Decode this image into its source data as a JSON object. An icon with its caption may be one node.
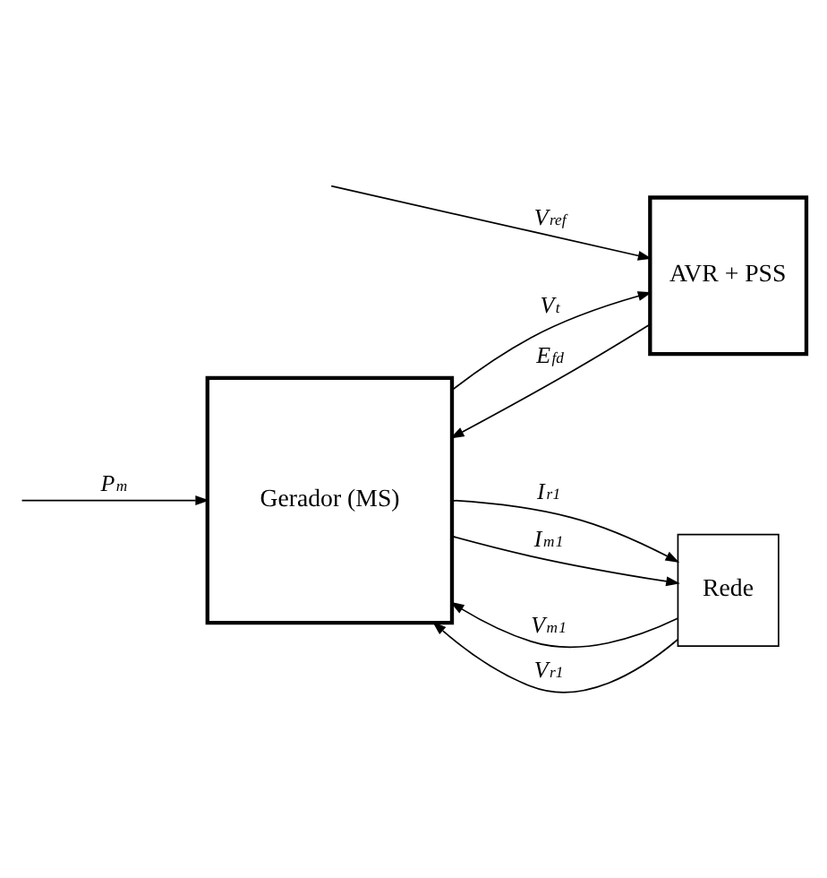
{
  "diagram": {
    "nodes": [
      {
        "text": [
          "Gerador (MS)"
        ]
      },
      {
        "text": [
          "AVR + PSS"
        ]
      },
      {
        "text": [
          "Rede"
        ]
      }
    ],
    "edges": [
      {
        "from": 2,
        "to": 0,
        "arrow": "to",
        "label": "V$_{m}$$^{1}$"
      },
      {
        "from": 2,
        "to": 0,
        "arrow": "to",
        "label": "V$_{r}$$^{1}$"
      },
      {
        "from": null,
        "to": 0,
        "arrow": "to",
        "label": "P$_{m}$"
      },
      {
        "from": 1,
        "to": 0,
        "arrow": "to",
        "label": "E$_{fd}$"
      },
      {
        "from": 0,
        "to": 1,
        "arrow": "to",
        "label": "V$_{t}$"
      },
      {
        "from": null,
        "to": 1,
        "arrow": "to",
        "label": "V$_{ref}$"
      },
      {
        "from": 0,
        "to": 2,
        "arrow": "to",
        "label": "I$_{r}$$^{1}$"
      },
      {
        "from": 0,
        "to": 2,
        "arrow": "to",
        "label": "I$_{m}$$^{1}$"
      }
    ]
  }
}
